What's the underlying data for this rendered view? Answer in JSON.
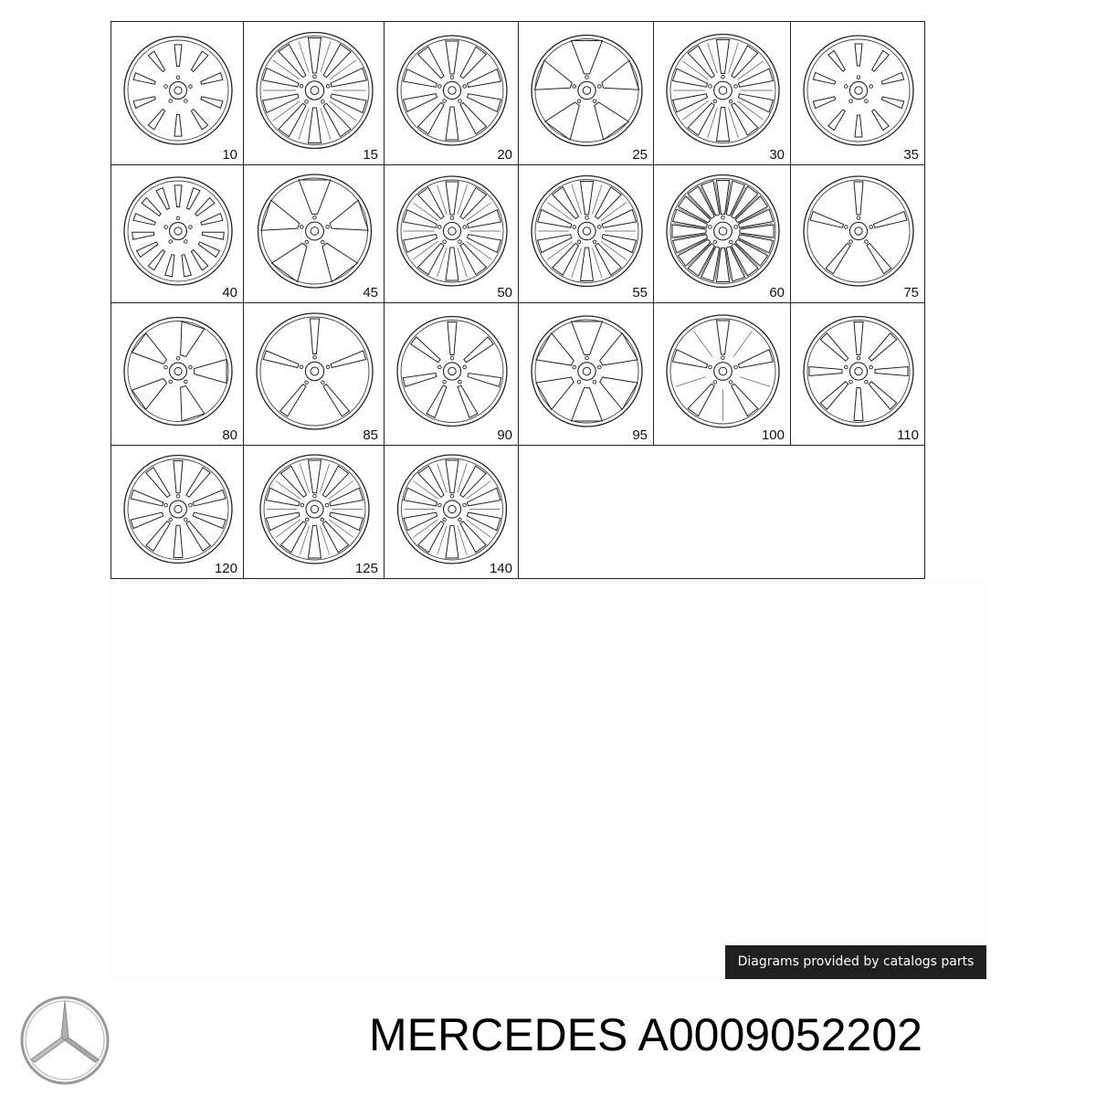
{
  "diagram": {
    "cells": [
      {
        "label": "10",
        "spokes": 10,
        "style": "slots"
      },
      {
        "label": "15",
        "spokes": 10,
        "style": "double"
      },
      {
        "label": "20",
        "spokes": 10,
        "style": "petal"
      },
      {
        "label": "25",
        "spokes": 5,
        "style": "wide"
      },
      {
        "label": "30",
        "spokes": 10,
        "style": "double"
      },
      {
        "label": "35",
        "spokes": 10,
        "style": "slots"
      },
      {
        "label": "40",
        "spokes": 15,
        "style": "slots"
      },
      {
        "label": "45",
        "spokes": 5,
        "style": "wide"
      },
      {
        "label": "50",
        "spokes": 10,
        "style": "double"
      },
      {
        "label": "55",
        "spokes": 10,
        "style": "double"
      },
      {
        "label": "60",
        "spokes": 20,
        "style": "double"
      },
      {
        "label": "75",
        "spokes": 5,
        "style": "thin"
      },
      {
        "label": "80",
        "spokes": 5,
        "style": "swirl"
      },
      {
        "label": "85",
        "spokes": 5,
        "style": "thin"
      },
      {
        "label": "90",
        "spokes": 7,
        "style": "thin"
      },
      {
        "label": "95",
        "spokes": 6,
        "style": "wide"
      },
      {
        "label": "100",
        "spokes": 5,
        "style": "double"
      },
      {
        "label": "110",
        "spokes": 8,
        "style": "thin"
      },
      {
        "label": "120",
        "spokes": 10,
        "style": "thin"
      },
      {
        "label": "125",
        "spokes": 10,
        "style": "double"
      },
      {
        "label": "140",
        "spokes": 10,
        "style": "double"
      }
    ]
  },
  "credit": "Diagrams provided by catalogs parts",
  "footer": {
    "logo_icon": "mercedes-star-icon",
    "title": "MERCEDES A0009052202"
  }
}
